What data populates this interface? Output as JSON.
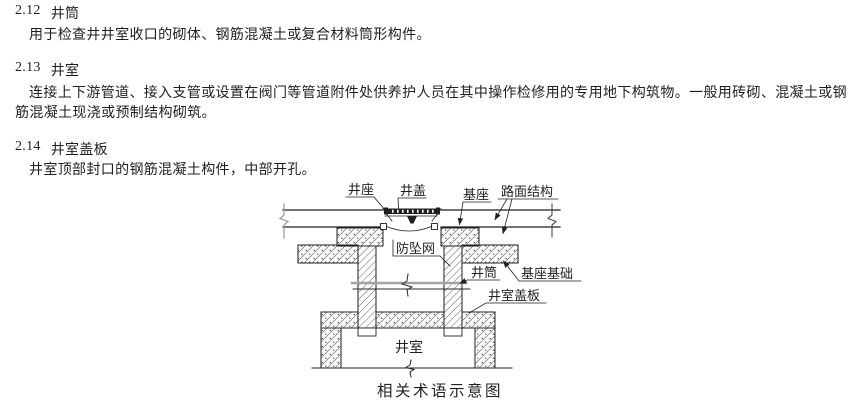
{
  "sections": [
    {
      "number": "2.12",
      "title": "井筒",
      "lines": [
        "用于检查井井室收口的砌体、钢筋混凝土或复合材料筒形构件。"
      ]
    },
    {
      "number": "2.13",
      "title": "井室",
      "lines": [
        "连接上下游管道、接入支管或设置在阀门等管道附件处供养护人员在其中操作检修用的专用地下构筑物。一般用砖砌、混凝土或钢",
        "筋混凝土现浇或预制结构砌筑。"
      ]
    },
    {
      "number": "2.14",
      "title": "井室盖板",
      "lines": [
        "井室顶部封口的钢筋混凝土构件，中部开孔。"
      ]
    }
  ],
  "diagram": {
    "caption": "相关术语示意图",
    "labels": {
      "manhole_frame": "井座",
      "manhole_cover": "井盖",
      "base": "基座",
      "pavement_structure": "路面结构",
      "anti_fall_net": "防坠网",
      "shaft": "井筒",
      "base_foundation": "基座基础",
      "chamber_cover_slab": "井室盖板",
      "chamber": "井室"
    },
    "colors": {
      "line": "#1f1f1f",
      "grey_break": "#a3a3a3"
    }
  }
}
